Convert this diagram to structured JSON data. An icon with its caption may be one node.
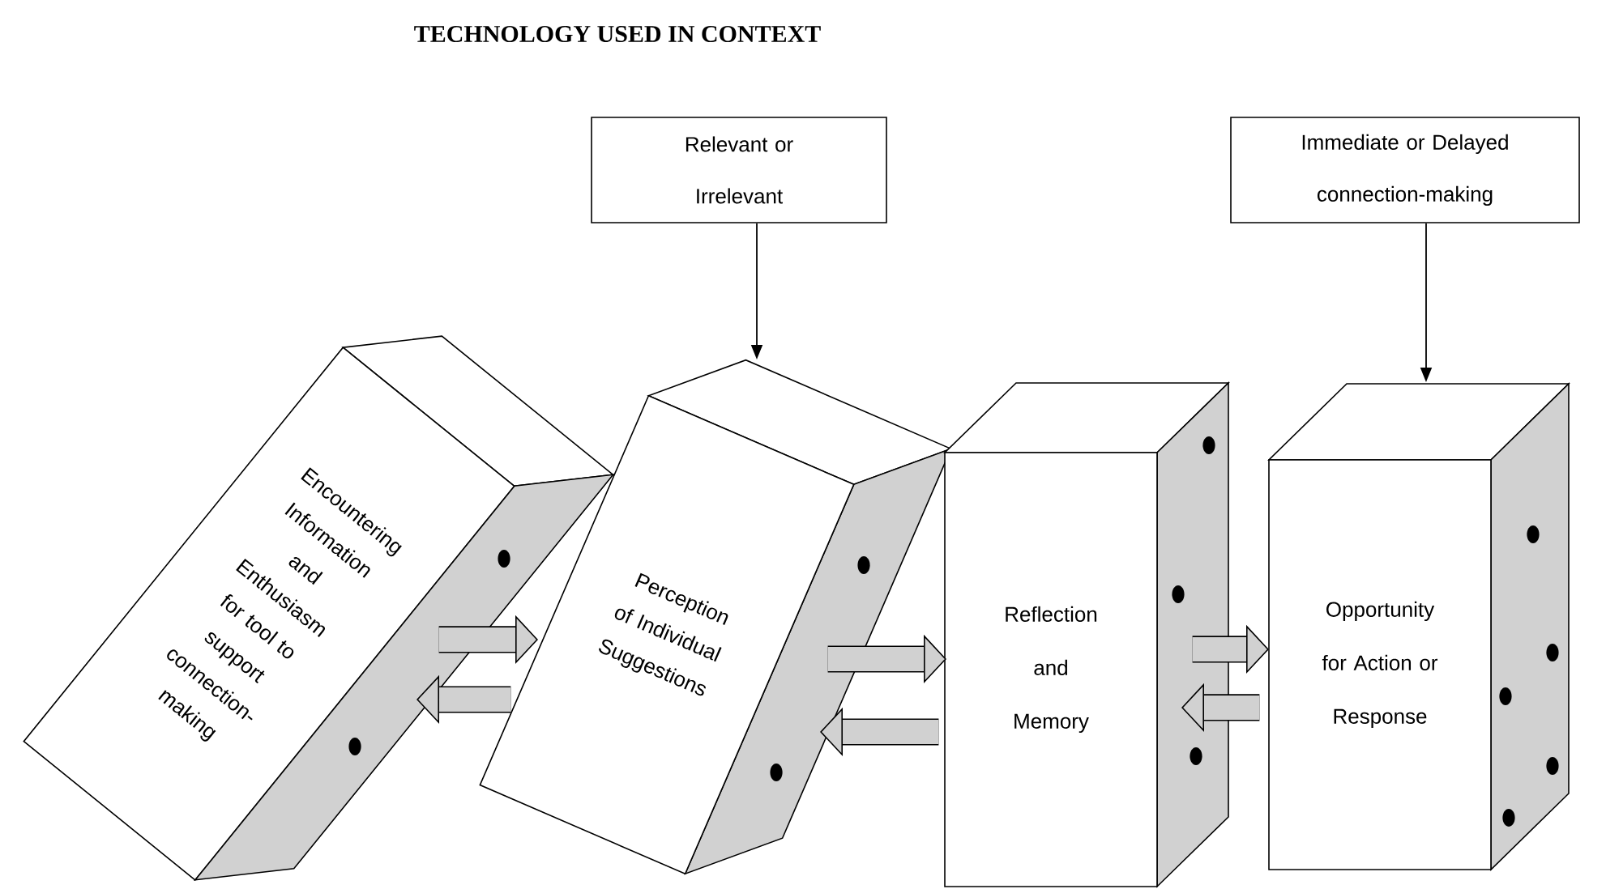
{
  "diagram": {
    "title": "TECHNOLOGY USED IN CONTEXT",
    "nodes": [
      {
        "text": [
          "Relevant or Irrelevant"
        ]
      },
      {
        "text": [
          "Immediate or Delayed connection-making"
        ]
      },
      {
        "text": [
          "Encountering Information and Enthusiasm for tool to support connection-making"
        ]
      },
      {
        "text": [
          "Perception of Individual Suggestions"
        ]
      },
      {
        "text": [
          "Reflection and Memory"
        ]
      },
      {
        "text": [
          "Opportunity for Action or Response"
        ]
      }
    ],
    "edges": [
      {
        "from": 0,
        "to": 3,
        "arrow": "to"
      },
      {
        "from": 1,
        "to": 5,
        "arrow": "to"
      },
      {
        "from": 2,
        "to": 3,
        "arrow": "to"
      },
      {
        "from": 3,
        "to": 2,
        "arrow": "to"
      },
      {
        "from": 3,
        "to": 4,
        "arrow": "to"
      },
      {
        "from": 4,
        "to": 3,
        "arrow": "to"
      },
      {
        "from": 4,
        "to": 5,
        "arrow": "to"
      },
      {
        "from": 5,
        "to": 4,
        "arrow": "to"
      }
    ]
  }
}
